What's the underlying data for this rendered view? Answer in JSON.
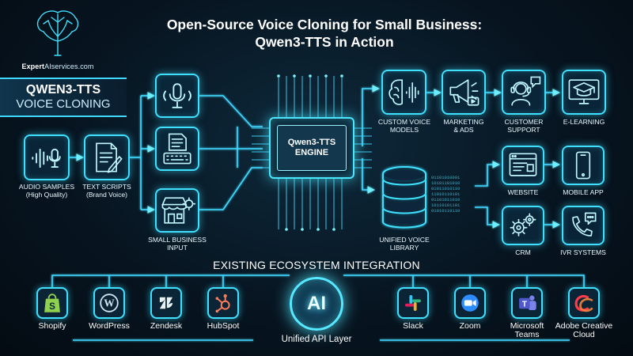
{
  "logo": {
    "name_bold": "Expert",
    "name_rest": "AIservices.com"
  },
  "title": {
    "line1": "Open-Source Voice Cloning for Small Business:",
    "line2": "Qwen3-TTS in Action"
  },
  "brand": {
    "line1": "QWEN3-TTS",
    "line2": "VOICE CLONING"
  },
  "inputs": [
    {
      "icon": "audio-wave-mic-icon",
      "label_lines": [
        "AUDIO SAMPLES",
        "(High Quality)"
      ]
    },
    {
      "icon": "document-pen-icon",
      "label_lines": [
        "TEXT SCRIPTS",
        "(Brand Voice)"
      ]
    },
    {
      "icon": "storefront-gear-icon",
      "label_lines": [
        "SMALL BUSINESS",
        "INPUT"
      ]
    }
  ],
  "feeders": [
    {
      "icon": "microphone-icon"
    },
    {
      "icon": "keyboard-document-icon"
    }
  ],
  "engine": {
    "line1": "Qwen3-TTS",
    "line2": "ENGINE"
  },
  "outputs": [
    {
      "icon": "brain-wave-icon",
      "label_lines": [
        "CUSTOM VOICE",
        "MODELS"
      ]
    },
    {
      "icon": "megaphone-icon",
      "label_lines": [
        "MARKETING",
        "& ADS"
      ]
    },
    {
      "icon": "headset-support-icon",
      "label_lines": [
        "CUSTOMER",
        "SUPPORT"
      ]
    },
    {
      "icon": "graduation-cap-icon",
      "label_lines": [
        "E-LEARNING"
      ]
    }
  ],
  "library": {
    "icon": "database-icon",
    "label_lines": [
      "UNIFIED VOICE",
      "LIBRARY"
    ]
  },
  "channels": [
    {
      "icon": "browser-window-icon",
      "label": "WEBSITE"
    },
    {
      "icon": "smartphone-icon",
      "label": "MOBILE APP"
    },
    {
      "icon": "gears-icon",
      "label": "CRM"
    },
    {
      "icon": "phone-chat-icon",
      "label": "IVR SYSTEMS"
    }
  ],
  "ecosystem": {
    "title": "EXISTING ECOSYSTEM INTEGRATION",
    "center": "AI",
    "api_label": "Unified API Layer",
    "left": [
      {
        "icon": "shopify-bag-icon",
        "label_lines": [
          "Shopify"
        ],
        "color": "#8fd14f"
      },
      {
        "icon": "wordpress-icon",
        "label_lines": [
          "WordPress"
        ],
        "color": "#cfe6f2"
      },
      {
        "icon": "zendesk-icon",
        "label_lines": [
          "Zendesk"
        ],
        "color": "#e8f2f2"
      },
      {
        "icon": "hubspot-icon",
        "label_lines": [
          "HubSpot"
        ],
        "color": "#ff7a59"
      }
    ],
    "right": [
      {
        "icon": "slack-icon",
        "label_lines": [
          "Slack"
        ],
        "color": "#e01e5a"
      },
      {
        "icon": "zoom-icon",
        "label_lines": [
          "Zoom"
        ],
        "color": "#2d8cff"
      },
      {
        "icon": "teams-icon",
        "label_lines": [
          "Microsoft",
          "Teams"
        ],
        "color": "#6264a7"
      },
      {
        "icon": "adobe-cc-icon",
        "label_lines": [
          "Adobe Creative",
          "Cloud"
        ],
        "color": "#ff3b4a"
      }
    ]
  },
  "colors": {
    "accent": "#3fe0ff",
    "background": "#071521",
    "text": "#ffffff"
  }
}
